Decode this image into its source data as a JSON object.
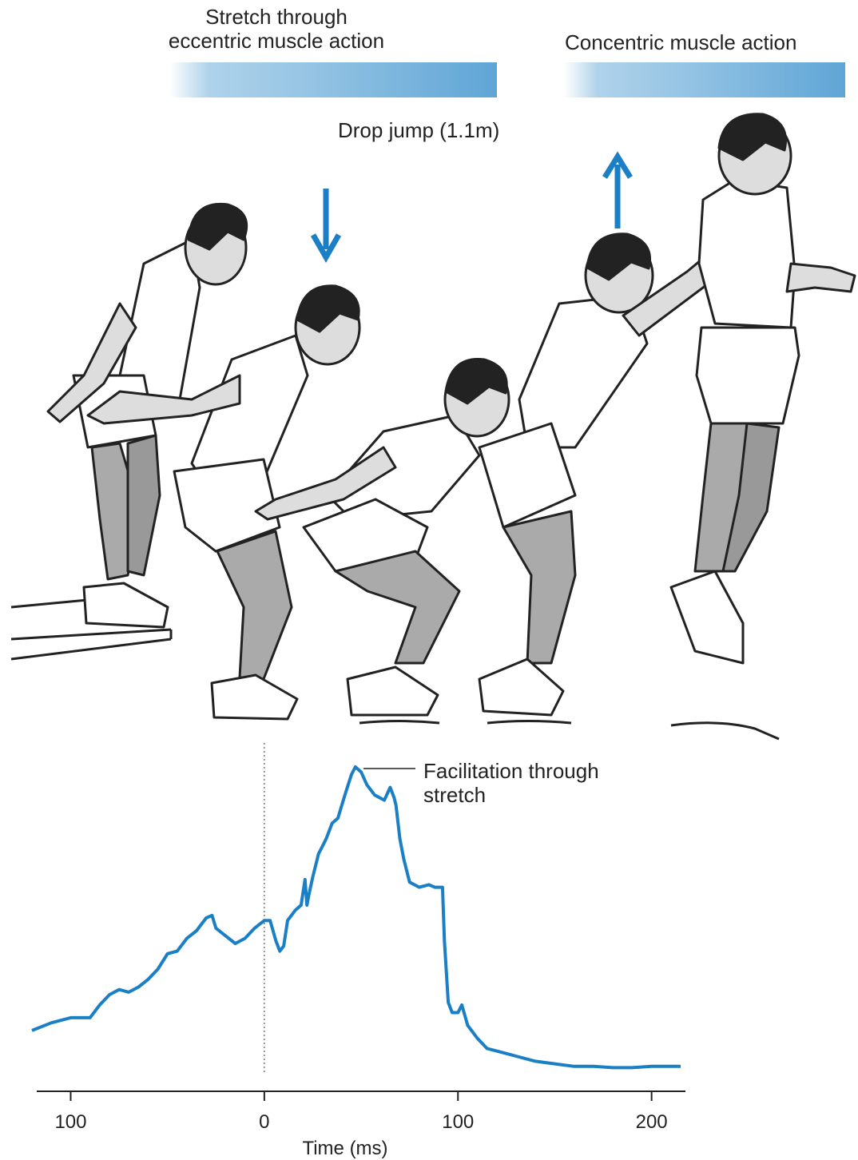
{
  "phases": {
    "eccentric_line1": "Stretch through",
    "eccentric_line2": "eccentric muscle action",
    "concentric": "Concentric muscle action",
    "band_color": "#1a7fc4"
  },
  "title": "Drop jump (1.1m)",
  "annotation": {
    "line1": "Facilitation through",
    "line2": "stretch"
  },
  "arrows": {
    "down": "down-arrow-icon",
    "up": "up-arrow-icon",
    "color": "#1a7fc4"
  },
  "chart_data": {
    "type": "line",
    "xlabel": "Time (ms)",
    "ylabel": "",
    "tick_labels": [
      "100",
      "0",
      "100",
      "200"
    ],
    "tick_values": [
      -100,
      0,
      100,
      200
    ],
    "xlim": [
      -120,
      215
    ],
    "ylim": [
      0,
      100
    ],
    "marker_x": 0,
    "grid": false,
    "series": [
      {
        "color": "#1a7fc4",
        "x": [
          -120,
          -110,
          -100,
          -90,
          -85,
          -80,
          -75,
          -70,
          -65,
          -60,
          -55,
          -50,
          -45,
          -40,
          -35,
          -30,
          -27,
          -25,
          -20,
          -15,
          -10,
          -5,
          0,
          3,
          6,
          8,
          10,
          12,
          14,
          16,
          19,
          21,
          22,
          23,
          25,
          28,
          30,
          32,
          35,
          38,
          40,
          42,
          45,
          47,
          50,
          53,
          57,
          62,
          65,
          67,
          68,
          70,
          72,
          75,
          80,
          85,
          88,
          92,
          93,
          95,
          97,
          100,
          102,
          105,
          110,
          115,
          120,
          130,
          140,
          150,
          160,
          170,
          180,
          190,
          200,
          215
        ],
        "y": [
          15,
          18,
          20,
          20,
          25,
          29,
          31,
          30,
          32,
          35,
          39,
          45,
          46,
          51,
          54,
          59,
          60,
          55,
          52,
          49,
          51,
          55,
          58,
          58,
          50,
          46,
          48,
          58,
          60,
          62,
          64,
          74,
          64,
          68,
          75,
          84,
          87,
          90,
          96,
          98,
          103,
          108,
          115,
          118,
          116,
          111,
          107,
          105,
          110,
          106,
          103,
          90,
          82,
          73,
          71,
          72,
          71,
          71,
          50,
          26,
          22,
          22,
          25,
          17,
          12,
          8,
          7,
          5,
          3,
          2,
          1,
          1,
          0.5,
          0.5,
          1,
          1
        ]
      }
    ]
  }
}
